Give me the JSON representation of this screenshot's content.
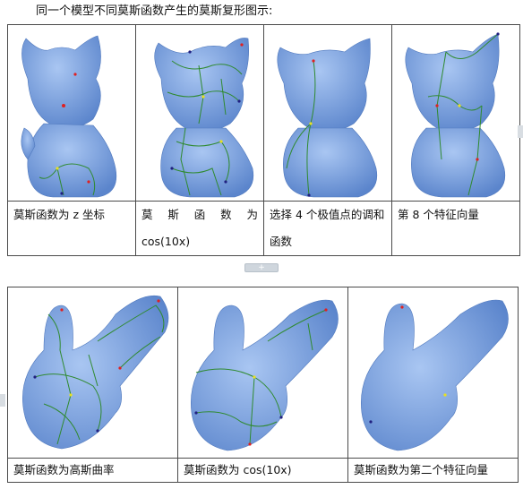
{
  "heading": "同一个模型不同莫斯函数产生的莫斯复形图示:",
  "row1": {
    "captions": [
      "莫斯函数为 z 坐标",
      "莫 斯 函 数 为 cos(10x)",
      "选择 4 个极值点的调和函数",
      "第 8 个特征向量"
    ],
    "caption2_parts": [
      "莫",
      "斯",
      "函",
      "数",
      "为"
    ],
    "caption2_line2": "cos(10x)"
  },
  "row2": {
    "captions": [
      "莫斯函数为高斯曲率",
      "莫斯函数为 cos(10x)",
      "莫斯函数为第二个特征向量"
    ]
  },
  "colors": {
    "model_fill": "#7ea8e8",
    "model_shade": "#5b85cc",
    "complex_line": "#2f8a2f",
    "max_point": "#e02020",
    "saddle_point": "#e8e020",
    "min_point": "#202080"
  },
  "divider_icon": "plus-icon"
}
